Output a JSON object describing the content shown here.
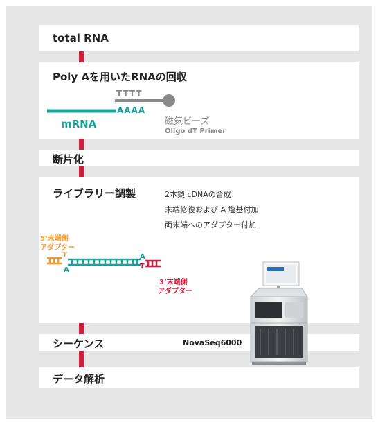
{
  "steps": {
    "total_rna": "total RNA",
    "poly_a": "Poly Aを用いたRNAの回収",
    "fragmentation": "断片化",
    "library": "ライブラリー調製",
    "sequencing": "シーケンス",
    "analysis": "データ解析"
  },
  "poly_a_detail": {
    "tttt": "TTTT",
    "aaaa": "AAAA",
    "mrna": "mRNA",
    "beads": "磁気ビーズ",
    "primer": "Oligo dT Primer"
  },
  "library_detail": {
    "lines": [
      "2本鎖 cDNAの合成",
      "末端修復および A 塩基付加",
      "両末端へのアダプター付加"
    ],
    "adapter5_line1": "5’末端側",
    "adapter5_line2": "アダプター",
    "adapter3_line1": "3’末端側",
    "adapter3_line2": "アダプター",
    "base_t": "T",
    "base_a": "A"
  },
  "sequencer": {
    "name": "NovaSeq6000"
  },
  "colors": {
    "teal": "#1aa39a",
    "orange": "#f39a2c",
    "red": "#d01f3c",
    "grey": "#8a8a8a"
  }
}
